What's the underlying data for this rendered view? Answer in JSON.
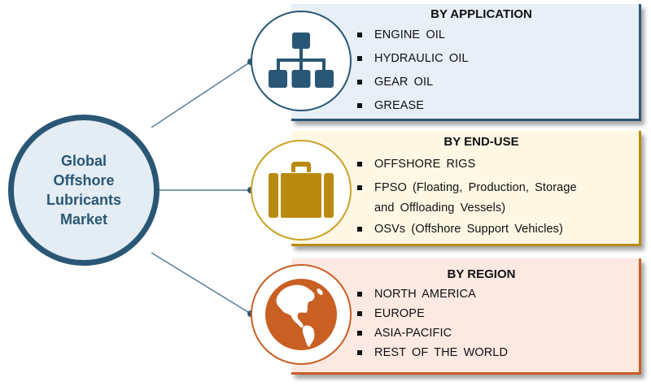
{
  "hub": {
    "title": "Global Offshore Lubricants Market"
  },
  "segments": [
    {
      "title": "BY APPLICATION",
      "icon": "hierarchy-icon",
      "color": "#2a5775",
      "items": [
        "ENGINE OIL",
        "HYDRAULIC  OIL",
        "GEAR OIL",
        "GREASE"
      ]
    },
    {
      "title": "BY END-USE",
      "icon": "briefcase-icon",
      "color": "#b98a0f",
      "items": [
        "OFFSHORE RIGS",
        "FPSO (Floating, Production, Storage",
        "and Offloading Vessels)",
        "OSVs (Offshore Support Vehicles)"
      ]
    },
    {
      "title": "BY REGION",
      "icon": "globe-icon",
      "color": "#c95f23",
      "items": [
        "NORTH AMERICA",
        "EUROPE",
        "ASIA-PACIFIC",
        "REST OF THE WORLD"
      ]
    }
  ]
}
